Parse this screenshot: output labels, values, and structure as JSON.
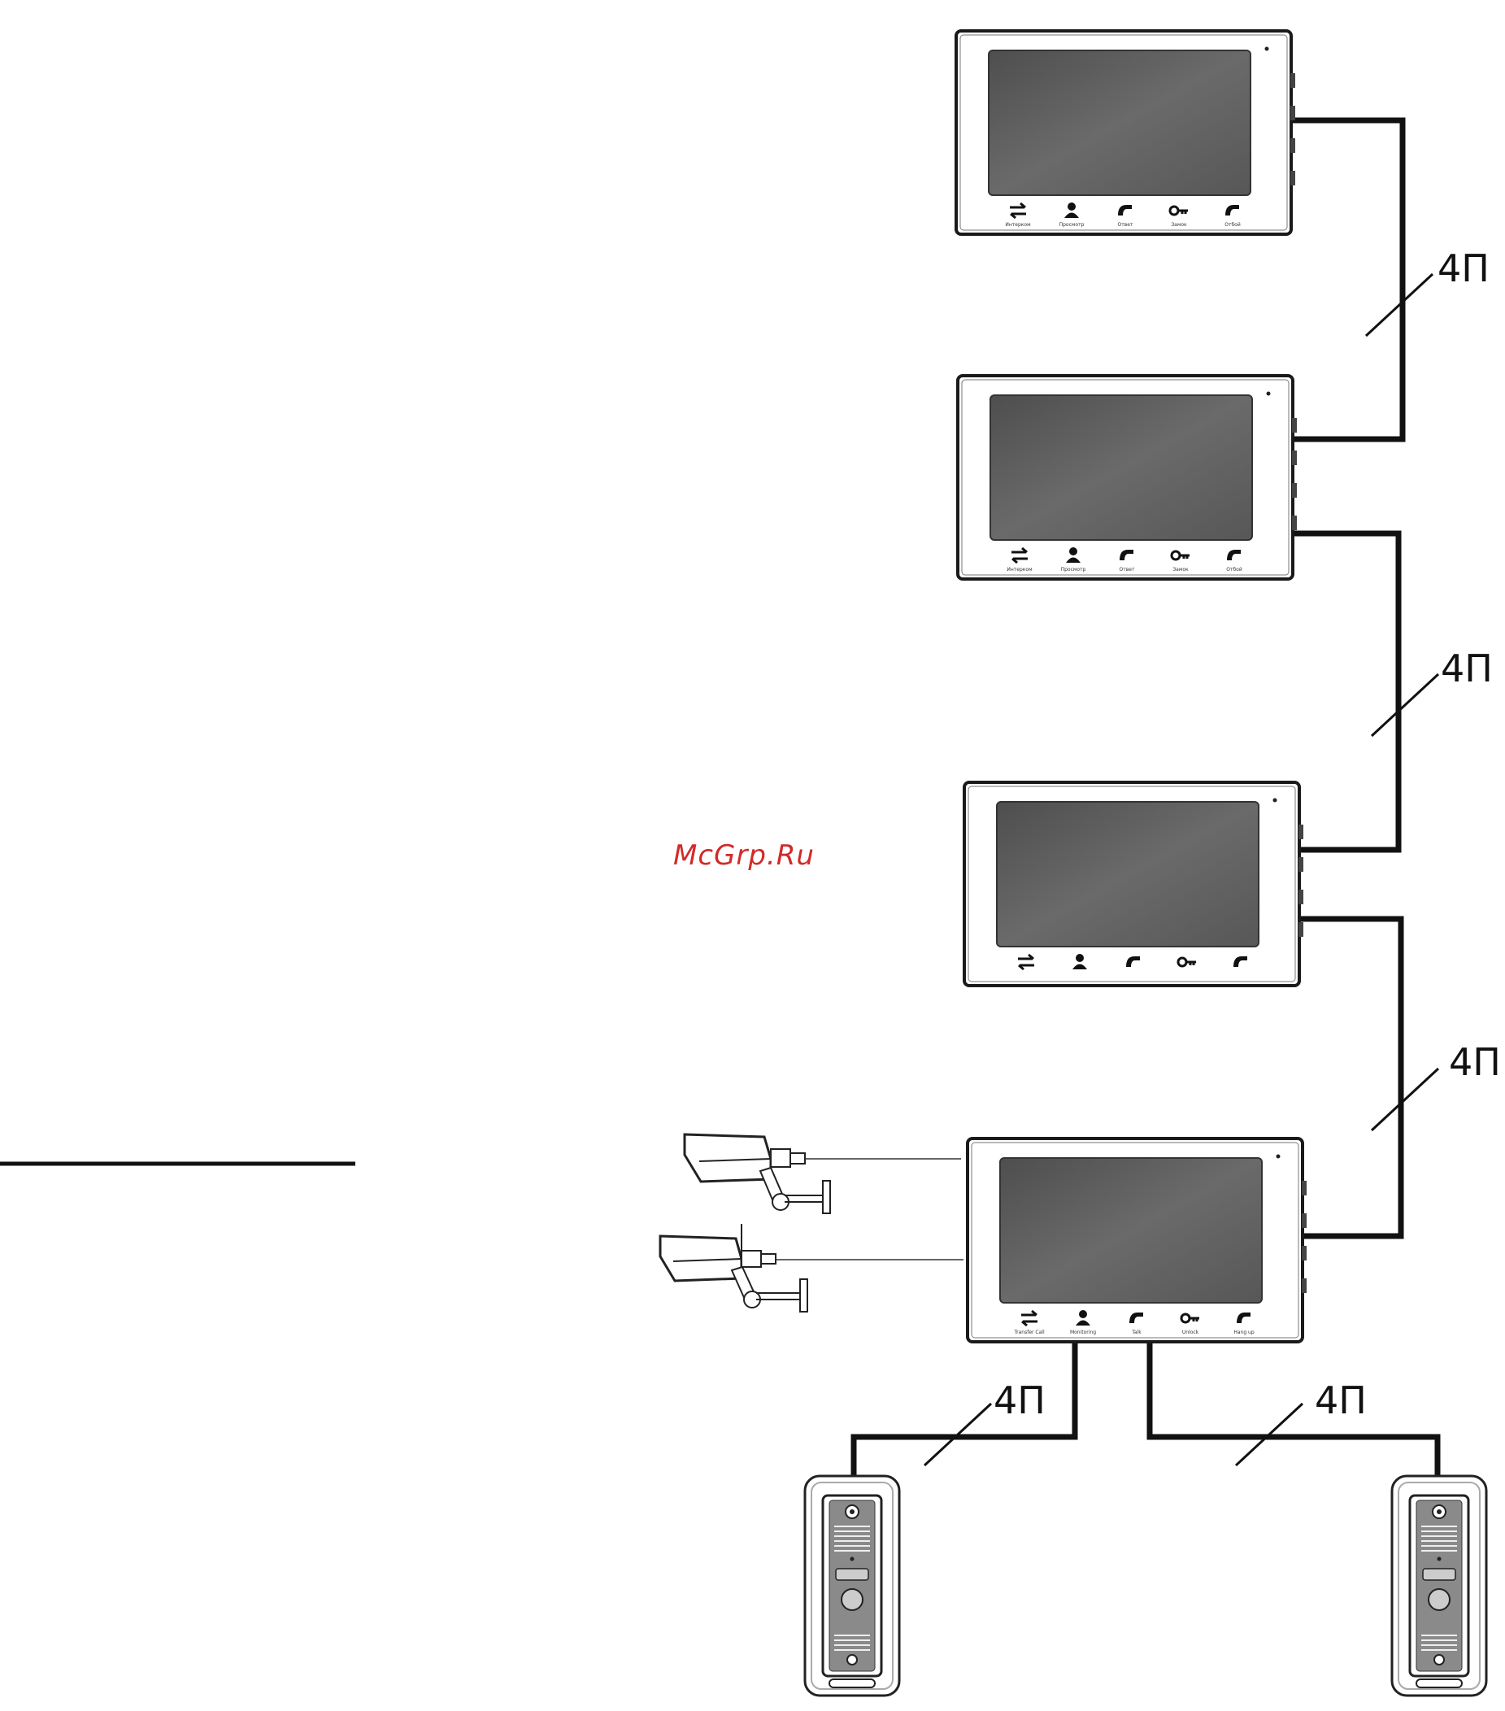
{
  "watermark": "McGrp.Ru",
  "cable_labels": {
    "link_1_2": "4П",
    "link_2_3": "4П",
    "link_3_4": "4П",
    "panel_left": "4П",
    "panel_right": "4П"
  },
  "button_icons": [
    "transfer-icon",
    "person-icon",
    "handset-icon",
    "key-icon",
    "handset-icon"
  ],
  "monitors": [
    {
      "buttons": [
        "Интерком",
        "Просмотр",
        "Ответ",
        "Замок",
        "Отбой"
      ]
    },
    {
      "buttons": [
        "Интерком",
        "Просмотр",
        "Ответ",
        "Замок",
        "Отбой"
      ]
    },
    {
      "buttons": [
        "",
        "",
        "",
        "",
        ""
      ]
    },
    {
      "buttons": [
        "Transfer Call",
        "Monitoring",
        "Talk",
        "Unlock",
        "Hang up"
      ]
    }
  ],
  "colors": {
    "wire": "#111111",
    "screen": "#5e5e5e",
    "watermark": "#d12a2a"
  }
}
